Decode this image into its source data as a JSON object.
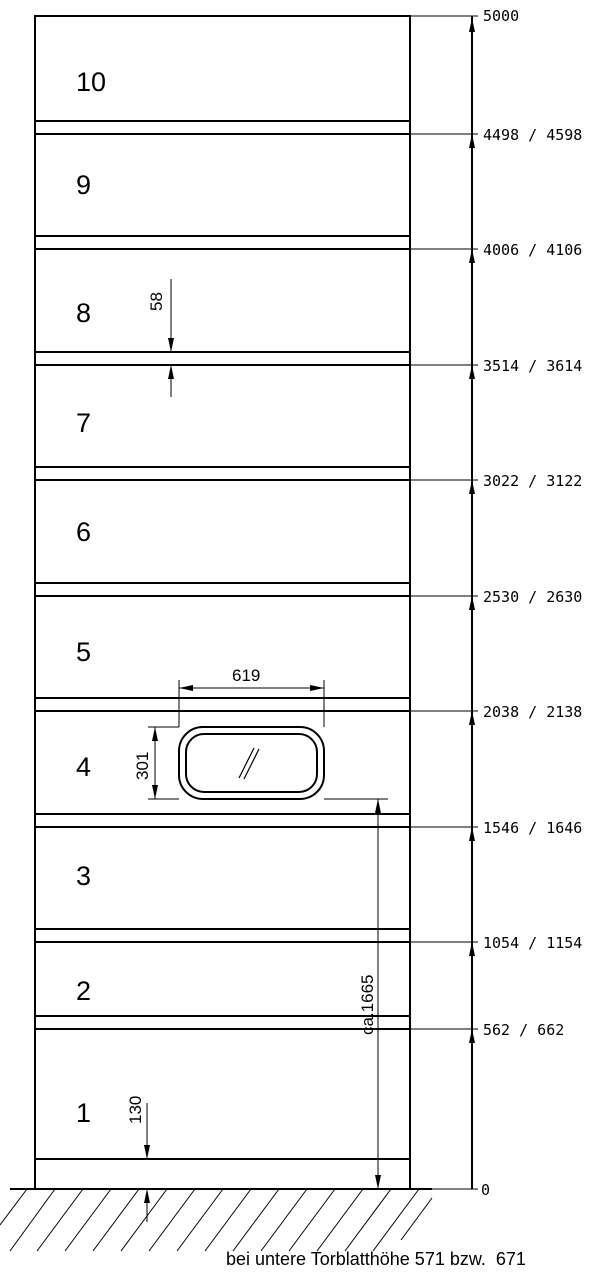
{
  "top_level": "5000",
  "sections": [
    {
      "label": "10"
    },
    {
      "label": "9"
    },
    {
      "label": "8"
    },
    {
      "label": "7"
    },
    {
      "label": "6"
    },
    {
      "label": "5"
    },
    {
      "label": "4"
    },
    {
      "label": "3"
    },
    {
      "label": "2"
    },
    {
      "label": "1"
    }
  ],
  "joint_levels": [
    "4498 / 4598",
    "4006 / 4106",
    "3514 / 3614",
    "3022 / 3122",
    "2530 / 2630",
    "2038 / 2138",
    "1546 / 1646",
    "1054 / 1154",
    "562 / 662"
  ],
  "ground_level": "0",
  "dimensions": {
    "joint_height": "58",
    "window_width": "619",
    "window_height": "301",
    "window_sill_height": "ca.1665",
    "bottom_section_height": "130"
  },
  "caption": "bei untere Torblatthöhe 571 bzw.  671"
}
